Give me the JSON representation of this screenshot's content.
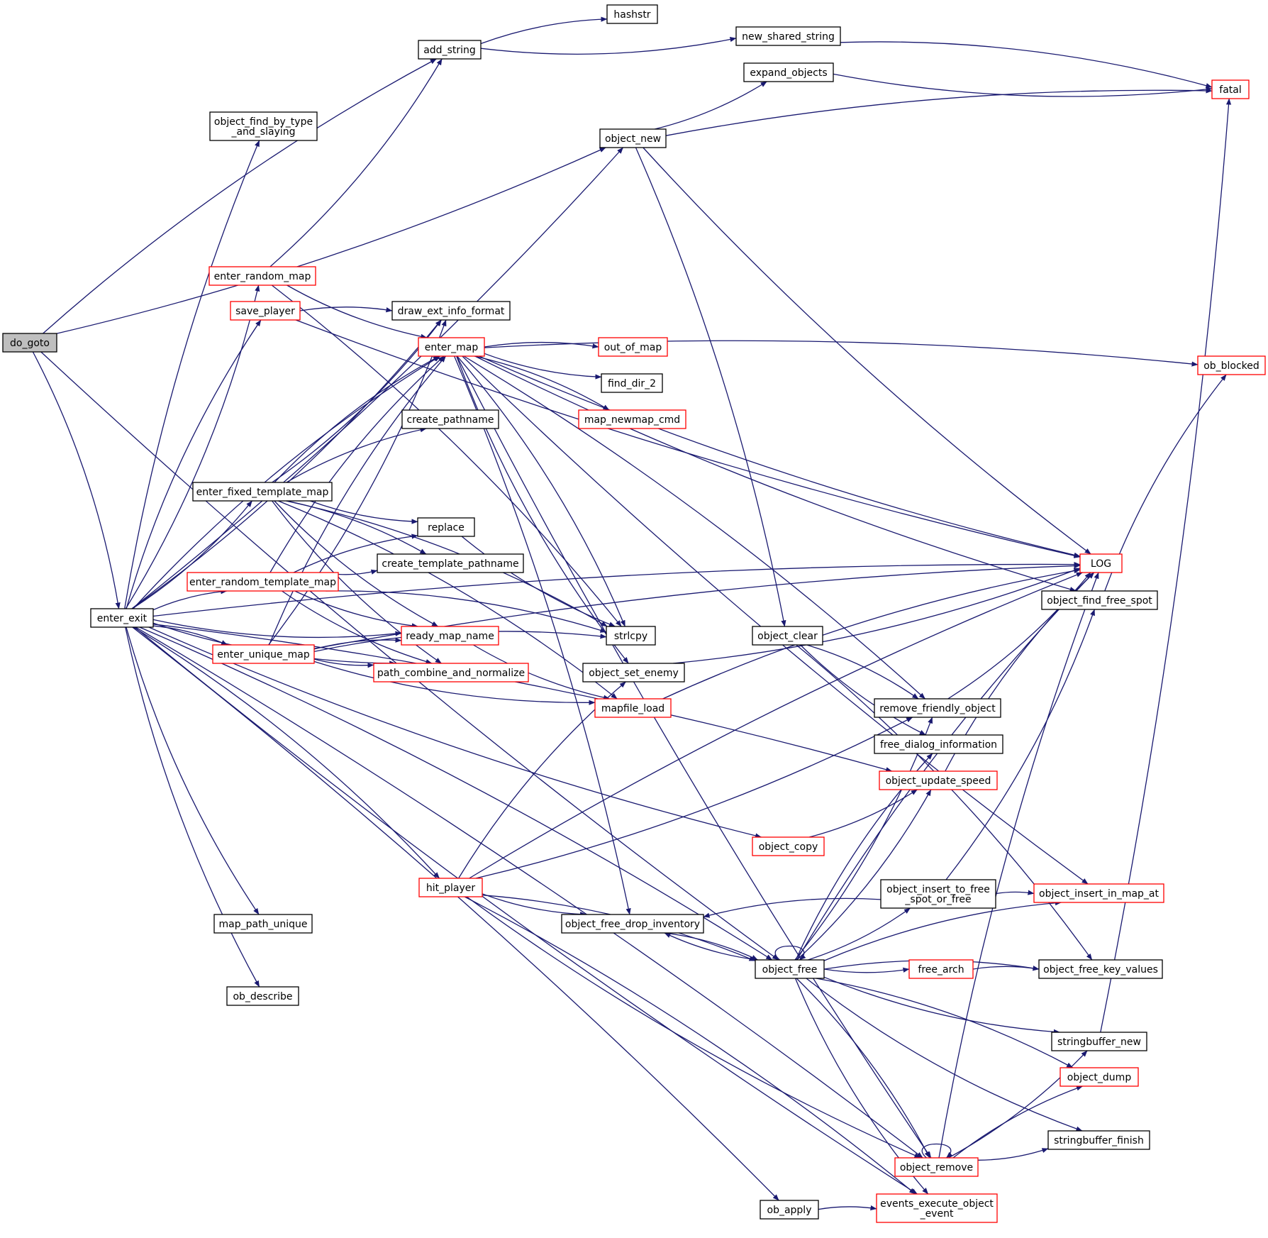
{
  "graph": {
    "type": "call-graph",
    "root": "do_goto",
    "colors": {
      "edge": "#191970",
      "box_border": "#000000",
      "box_border_truncated": "#ff0000",
      "root_fill": "#bfbfbf",
      "node_fill": "#ffffff"
    },
    "nodes": [
      {
        "id": "do_goto",
        "label": "do_goto",
        "style": "root"
      },
      {
        "id": "add_string",
        "label": "add_string",
        "style": "normal"
      },
      {
        "id": "hashstr",
        "label": "hashstr",
        "style": "normal"
      },
      {
        "id": "new_shared_string",
        "label": "new_shared_string",
        "style": "normal"
      },
      {
        "id": "fatal",
        "label": "fatal",
        "style": "truncated"
      },
      {
        "id": "expand_objects",
        "label": "expand_objects",
        "style": "normal"
      },
      {
        "id": "object_find_by_type_and_slaying",
        "label": "object_find_by_type\n_and_slaying",
        "style": "normal"
      },
      {
        "id": "object_new",
        "label": "object_new",
        "style": "normal"
      },
      {
        "id": "enter_random_map",
        "label": "enter_random_map",
        "style": "truncated"
      },
      {
        "id": "save_player",
        "label": "save_player",
        "style": "truncated"
      },
      {
        "id": "draw_ext_info_format",
        "label": "draw_ext_info_format",
        "style": "normal"
      },
      {
        "id": "enter_map",
        "label": "enter_map",
        "style": "truncated"
      },
      {
        "id": "out_of_map",
        "label": "out_of_map",
        "style": "truncated"
      },
      {
        "id": "ob_blocked",
        "label": "ob_blocked",
        "style": "truncated"
      },
      {
        "id": "find_dir_2",
        "label": "find_dir_2",
        "style": "normal"
      },
      {
        "id": "map_newmap_cmd",
        "label": "map_newmap_cmd",
        "style": "truncated"
      },
      {
        "id": "create_pathname",
        "label": "create_pathname",
        "style": "normal"
      },
      {
        "id": "enter_fixed_template_map",
        "label": "enter_fixed_template_map",
        "style": "normal"
      },
      {
        "id": "replace",
        "label": "replace",
        "style": "normal"
      },
      {
        "id": "create_template_pathname",
        "label": "create_template_pathname",
        "style": "normal"
      },
      {
        "id": "LOG",
        "label": "LOG",
        "style": "truncated"
      },
      {
        "id": "object_find_free_spot",
        "label": "object_find_free_spot",
        "style": "normal"
      },
      {
        "id": "enter_random_template_map",
        "label": "enter_random_template_map",
        "style": "truncated"
      },
      {
        "id": "enter_exit",
        "label": "enter_exit",
        "style": "normal"
      },
      {
        "id": "ready_map_name",
        "label": "ready_map_name",
        "style": "truncated"
      },
      {
        "id": "strlcpy",
        "label": "strlcpy",
        "style": "normal"
      },
      {
        "id": "object_clear",
        "label": "object_clear",
        "style": "normal"
      },
      {
        "id": "enter_unique_map",
        "label": "enter_unique_map",
        "style": "truncated"
      },
      {
        "id": "path_combine_and_normalize",
        "label": "path_combine_and_normalize",
        "style": "truncated"
      },
      {
        "id": "object_set_enemy",
        "label": "object_set_enemy",
        "style": "normal"
      },
      {
        "id": "mapfile_load",
        "label": "mapfile_load",
        "style": "truncated"
      },
      {
        "id": "remove_friendly_object",
        "label": "remove_friendly_object",
        "style": "normal"
      },
      {
        "id": "free_dialog_information",
        "label": "free_dialog_information",
        "style": "normal"
      },
      {
        "id": "object_update_speed",
        "label": "object_update_speed",
        "style": "truncated"
      },
      {
        "id": "object_copy",
        "label": "object_copy",
        "style": "truncated"
      },
      {
        "id": "hit_player",
        "label": "hit_player",
        "style": "truncated"
      },
      {
        "id": "object_insert_to_free_spot_or_free",
        "label": "object_insert_to_free\n_spot_or_free",
        "style": "normal"
      },
      {
        "id": "object_insert_in_map_at",
        "label": "object_insert_in_map_at",
        "style": "truncated"
      },
      {
        "id": "map_path_unique",
        "label": "map_path_unique",
        "style": "normal"
      },
      {
        "id": "object_free_drop_inventory",
        "label": "object_free_drop_inventory",
        "style": "normal"
      },
      {
        "id": "object_free",
        "label": "object_free",
        "style": "normal"
      },
      {
        "id": "free_arch",
        "label": "free_arch",
        "style": "truncated"
      },
      {
        "id": "object_free_key_values",
        "label": "object_free_key_values",
        "style": "normal"
      },
      {
        "id": "ob_describe",
        "label": "ob_describe",
        "style": "normal"
      },
      {
        "id": "stringbuffer_new",
        "label": "stringbuffer_new",
        "style": "normal"
      },
      {
        "id": "object_dump",
        "label": "object_dump",
        "style": "truncated"
      },
      {
        "id": "stringbuffer_finish",
        "label": "stringbuffer_finish",
        "style": "normal"
      },
      {
        "id": "object_remove",
        "label": "object_remove",
        "style": "truncated"
      },
      {
        "id": "ob_apply",
        "label": "ob_apply",
        "style": "normal"
      },
      {
        "id": "events_execute_object_event",
        "label": "events_execute_object\n_event",
        "style": "truncated"
      }
    ],
    "edges": [
      [
        "do_goto",
        "add_string"
      ],
      [
        "do_goto",
        "object_new"
      ],
      [
        "do_goto",
        "enter_exit"
      ],
      [
        "do_goto",
        "object_free"
      ],
      [
        "add_string",
        "hashstr"
      ],
      [
        "add_string",
        "new_shared_string"
      ],
      [
        "new_shared_string",
        "fatal"
      ],
      [
        "object_new",
        "expand_objects"
      ],
      [
        "object_new",
        "fatal"
      ],
      [
        "object_new",
        "LOG"
      ],
      [
        "object_new",
        "object_clear"
      ],
      [
        "expand_objects",
        "fatal"
      ],
      [
        "enter_exit",
        "object_find_by_type_and_slaying"
      ],
      [
        "enter_exit",
        "object_new"
      ],
      [
        "enter_exit",
        "LOG"
      ],
      [
        "enter_exit",
        "enter_random_map"
      ],
      [
        "enter_exit",
        "save_player"
      ],
      [
        "enter_exit",
        "draw_ext_info_format"
      ],
      [
        "enter_exit",
        "enter_map"
      ],
      [
        "enter_exit",
        "enter_fixed_template_map"
      ],
      [
        "enter_exit",
        "enter_random_template_map"
      ],
      [
        "enter_exit",
        "ready_map_name"
      ],
      [
        "enter_exit",
        "enter_unique_map"
      ],
      [
        "enter_exit",
        "path_combine_and_normalize"
      ],
      [
        "enter_exit",
        "object_update_speed"
      ],
      [
        "enter_exit",
        "object_copy"
      ],
      [
        "enter_exit",
        "hit_player"
      ],
      [
        "enter_exit",
        "map_path_unique"
      ],
      [
        "enter_exit",
        "object_free"
      ],
      [
        "enter_exit",
        "ob_describe"
      ],
      [
        "enter_exit",
        "object_remove"
      ],
      [
        "enter_exit",
        "events_execute_object_event"
      ],
      [
        "enter_exit",
        "ob_apply"
      ],
      [
        "enter_random_map",
        "add_string"
      ],
      [
        "enter_random_map",
        "strlcpy"
      ],
      [
        "enter_random_map",
        "enter_map"
      ],
      [
        "save_player",
        "draw_ext_info_format"
      ],
      [
        "save_player",
        "LOG"
      ],
      [
        "enter_map",
        "out_of_map"
      ],
      [
        "enter_map",
        "find_dir_2"
      ],
      [
        "enter_map",
        "map_newmap_cmd"
      ],
      [
        "enter_map",
        "LOG"
      ],
      [
        "enter_map",
        "ob_blocked"
      ],
      [
        "enter_map",
        "object_find_free_spot"
      ],
      [
        "enter_map",
        "strlcpy"
      ],
      [
        "enter_map",
        "object_set_enemy"
      ],
      [
        "enter_map",
        "remove_friendly_object"
      ],
      [
        "enter_map",
        "object_insert_in_map_at"
      ],
      [
        "enter_map",
        "object_free_drop_inventory"
      ],
      [
        "enter_map",
        "object_remove"
      ],
      [
        "enter_fixed_template_map",
        "create_pathname"
      ],
      [
        "enter_fixed_template_map",
        "draw_ext_info_format"
      ],
      [
        "enter_fixed_template_map",
        "enter_map"
      ],
      [
        "enter_fixed_template_map",
        "replace"
      ],
      [
        "enter_fixed_template_map",
        "create_template_pathname"
      ],
      [
        "enter_fixed_template_map",
        "ready_map_name"
      ],
      [
        "enter_fixed_template_map",
        "strlcpy"
      ],
      [
        "enter_fixed_template_map",
        "path_combine_and_normalize"
      ],
      [
        "enter_fixed_template_map",
        "mapfile_load"
      ],
      [
        "replace",
        "strlcpy"
      ],
      [
        "enter_random_template_map",
        "replace"
      ],
      [
        "enter_random_template_map",
        "create_template_pathname"
      ],
      [
        "enter_random_template_map",
        "enter_map"
      ],
      [
        "enter_random_template_map",
        "ready_map_name"
      ],
      [
        "enter_random_template_map",
        "strlcpy"
      ],
      [
        "enter_random_template_map",
        "path_combine_and_normalize"
      ],
      [
        "enter_unique_map",
        "ready_map_name"
      ],
      [
        "enter_unique_map",
        "path_combine_and_normalize"
      ],
      [
        "enter_unique_map",
        "enter_map"
      ],
      [
        "enter_unique_map",
        "draw_ext_info_format"
      ],
      [
        "enter_unique_map",
        "strlcpy"
      ],
      [
        "enter_unique_map",
        "mapfile_load"
      ],
      [
        "enter_unique_map",
        "LOG"
      ],
      [
        "ready_map_name",
        "mapfile_load"
      ],
      [
        "mapfile_load",
        "LOG"
      ],
      [
        "object_set_enemy",
        "LOG"
      ],
      [
        "object_clear",
        "remove_friendly_object"
      ],
      [
        "object_clear",
        "free_dialog_information"
      ],
      [
        "object_clear",
        "object_free_key_values"
      ],
      [
        "remove_friendly_object",
        "LOG"
      ],
      [
        "object_update_speed",
        "LOG"
      ],
      [
        "object_copy",
        "object_update_speed"
      ],
      [
        "hit_player",
        "object_set_enemy"
      ],
      [
        "hit_player",
        "remove_friendly_object"
      ],
      [
        "hit_player",
        "LOG"
      ],
      [
        "hit_player",
        "object_free_drop_inventory"
      ],
      [
        "hit_player",
        "object_free"
      ],
      [
        "hit_player",
        "object_remove"
      ],
      [
        "hit_player",
        "events_execute_object_event"
      ],
      [
        "object_insert_to_free_spot_or_free",
        "object_find_free_spot"
      ],
      [
        "object_insert_to_free_spot_or_free",
        "object_insert_in_map_at"
      ],
      [
        "object_insert_to_free_spot_or_free",
        "object_free_drop_inventory"
      ],
      [
        "object_free_drop_inventory",
        "object_free"
      ],
      [
        "object_free",
        "object_free"
      ],
      [
        "object_free",
        "object_free_drop_inventory"
      ],
      [
        "object_free",
        "remove_friendly_object"
      ],
      [
        "object_free",
        "free_dialog_information"
      ],
      [
        "object_free",
        "object_update_speed"
      ],
      [
        "object_free",
        "LOG"
      ],
      [
        "object_free",
        "object_insert_to_free_spot_or_free"
      ],
      [
        "object_free",
        "object_insert_in_map_at"
      ],
      [
        "object_free",
        "free_arch"
      ],
      [
        "object_free",
        "object_free_key_values"
      ],
      [
        "object_free",
        "stringbuffer_new"
      ],
      [
        "object_free",
        "object_dump"
      ],
      [
        "object_free",
        "stringbuffer_finish"
      ],
      [
        "object_free",
        "object_remove"
      ],
      [
        "object_free",
        "events_execute_object_event"
      ],
      [
        "free_arch",
        "object_free_key_values"
      ],
      [
        "stringbuffer_new",
        "fatal"
      ],
      [
        "object_find_free_spot",
        "ob_blocked"
      ],
      [
        "object_remove",
        "object_remove"
      ],
      [
        "object_remove",
        "LOG"
      ],
      [
        "object_remove",
        "stringbuffer_new"
      ],
      [
        "object_remove",
        "object_dump"
      ],
      [
        "object_remove",
        "stringbuffer_finish"
      ],
      [
        "ob_apply",
        "events_execute_object_event"
      ]
    ]
  }
}
